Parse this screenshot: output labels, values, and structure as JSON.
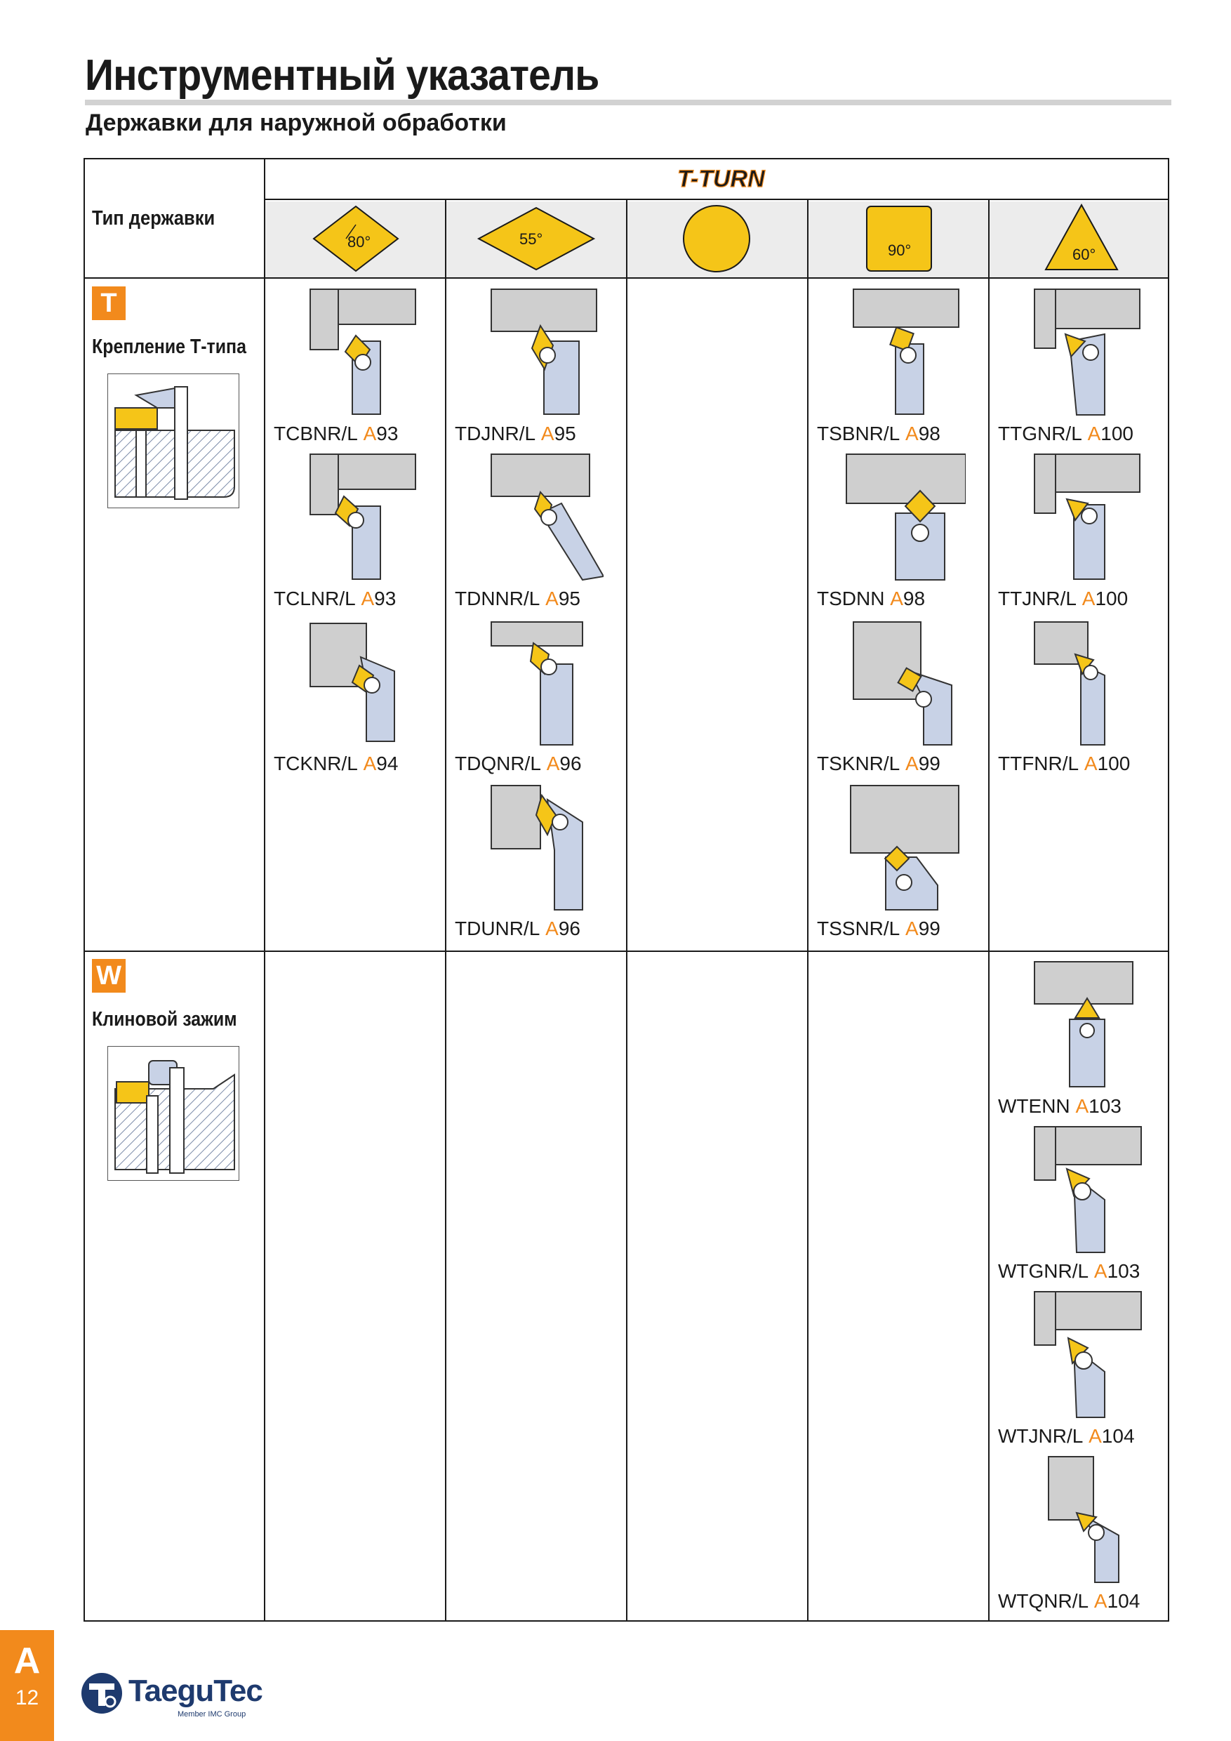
{
  "page": {
    "title": "Инструментный указатель",
    "subtitle": "Державки для наружной обработки",
    "section_letter": "A",
    "page_number": "12"
  },
  "header": {
    "holder_type_label": "Тип державки",
    "brand": "T-TURN",
    "shapes": [
      {
        "kind": "rhombus-80",
        "angle": "80°"
      },
      {
        "kind": "rhombus-55",
        "angle": "55°"
      },
      {
        "kind": "round",
        "angle": ""
      },
      {
        "kind": "square-90",
        "angle": "90°"
      },
      {
        "kind": "triangle-60",
        "angle": "60°"
      }
    ]
  },
  "rows": [
    {
      "badge": "T",
      "label": "Крепление Т-типа"
    },
    {
      "badge": "W",
      "label": "Клиновой зажим"
    }
  ],
  "tools": {
    "t_row": [
      [
        {
          "code": "TCBNR/L",
          "page_letter": "A",
          "page_num": "93"
        },
        {
          "code": "TCLNR/L",
          "page_letter": "A",
          "page_num": "93"
        },
        {
          "code": "TCKNR/L",
          "page_letter": "A",
          "page_num": "94"
        }
      ],
      [
        {
          "code": "TDJNR/L",
          "page_letter": "A",
          "page_num": "95"
        },
        {
          "code": "TDNNR/L",
          "page_letter": "A",
          "page_num": "95"
        },
        {
          "code": "TDQNR/L",
          "page_letter": "A",
          "page_num": "96"
        },
        {
          "code": "TDUNR/L",
          "page_letter": "A",
          "page_num": "96"
        }
      ],
      [],
      [
        {
          "code": "TSBNR/L",
          "page_letter": "A",
          "page_num": "98"
        },
        {
          "code": "TSDNN",
          "page_letter": "A",
          "page_num": "98"
        },
        {
          "code": "TSKNR/L",
          "page_letter": "A",
          "page_num": "99"
        },
        {
          "code": "TSSNR/L",
          "page_letter": "A",
          "page_num": "99"
        }
      ],
      [
        {
          "code": "TTGNR/L",
          "page_letter": "A",
          "page_num": "100"
        },
        {
          "code": "TTJNR/L",
          "page_letter": "A",
          "page_num": "100"
        },
        {
          "code": "TTFNR/L",
          "page_letter": "A",
          "page_num": "100"
        }
      ]
    ],
    "w_row": [
      [],
      [],
      [],
      [],
      [
        {
          "code": "WTENN",
          "page_letter": "A",
          "page_num": "103"
        },
        {
          "code": "WTGNR/L",
          "page_letter": "A",
          "page_num": "103"
        },
        {
          "code": "WTJNR/L",
          "page_letter": "A",
          "page_num": "104"
        },
        {
          "code": "WTQNR/L",
          "page_letter": "A",
          "page_num": "104"
        }
      ]
    ]
  },
  "logo": {
    "name": "TaeguTec",
    "tagline": "Member IMC Group"
  },
  "colors": {
    "accent": "#f28a1c",
    "insert": "#f5c518",
    "steel": "#c8d2e6",
    "grey": "#cfcfcf"
  }
}
